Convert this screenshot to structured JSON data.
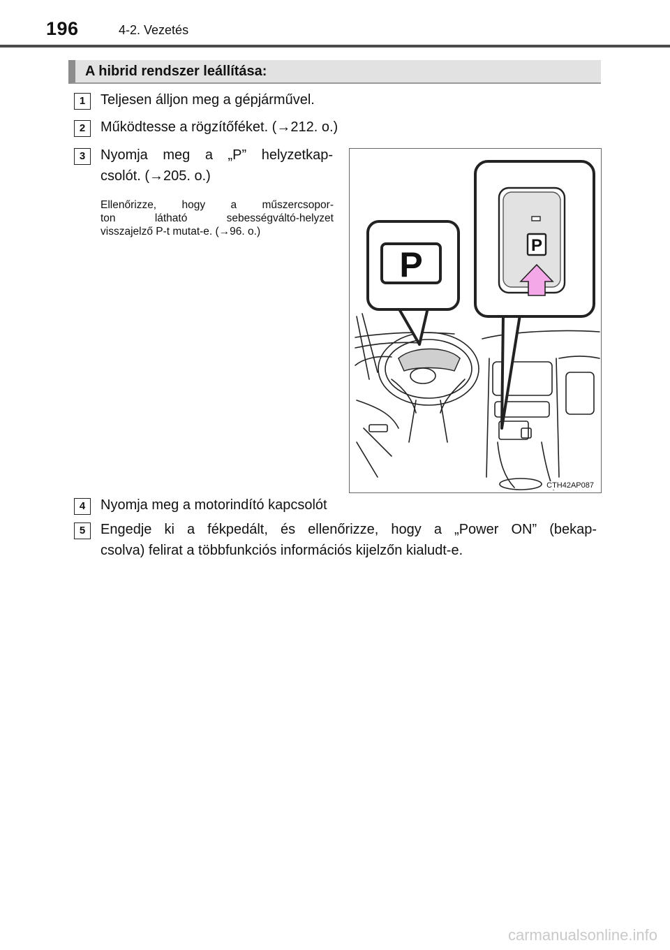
{
  "header": {
    "page_number": "196",
    "chapter": "4-2. Vezetés"
  },
  "section": {
    "title": "A hibrid rendszer leállítása:"
  },
  "steps": [
    {
      "number": "1",
      "text": "Teljesen álljon meg a gépjárművel."
    },
    {
      "number": "2",
      "text": "Működtesse a rögzítőféket. (→212. o.)"
    },
    {
      "number": "3",
      "line1": "Nyomja meg a „P” helyzetkap-",
      "line2": "csolót. (→205. o.)"
    },
    {
      "number": "4",
      "text": "Nyomja meg a motorindító kapcsolót"
    },
    {
      "number": "5",
      "line1": "Engedje ki a fékpedált, és ellenőrizze, hogy a „Power ON” (bekap-",
      "line2": "csolva) felirat a többfunkciós információs kijelzőn kialudt-e."
    }
  ],
  "note": {
    "line1": "Ellenőrizze, hogy a műszercsopor-",
    "line2": "ton látható sebességváltó-helyzet",
    "line3": "visszajelző P-t mutat-e. (→96. o.)"
  },
  "figure": {
    "code": "CTH42AP087",
    "callout_large_letter": "P",
    "callout_switch_letter": "P",
    "arrow_color": "#f4a8e8"
  },
  "footer": {
    "brand": "carmanualsonline.info"
  }
}
